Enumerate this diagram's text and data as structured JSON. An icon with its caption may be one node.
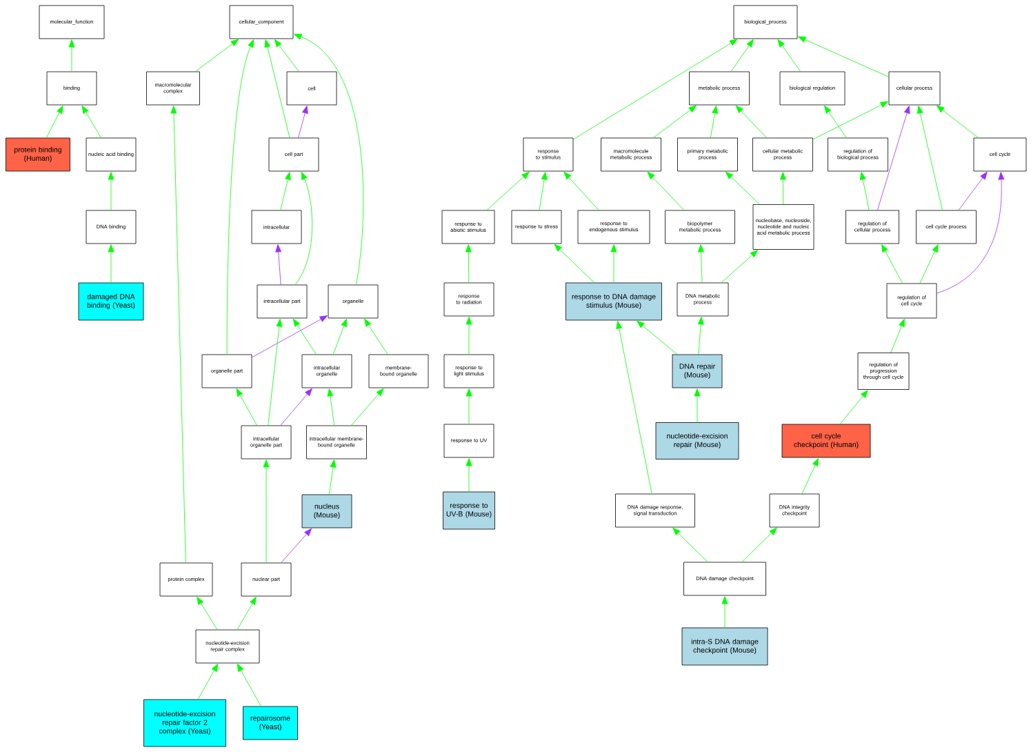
{
  "diagram": {
    "nodes": [
      {
        "text": [
          "molecular_function"
        ]
      },
      {
        "text": [
          "binding"
        ]
      },
      {
        "text": [
          "protein binding (Human)"
        ]
      },
      {
        "text": [
          "nucleic acid binding"
        ]
      },
      {
        "text": [
          "DNA binding"
        ]
      },
      {
        "text": [
          "damaged DNA binding (Yeast)"
        ]
      },
      {
        "text": [
          "cellular_component"
        ]
      },
      {
        "text": [
          "macromolecular complex"
        ]
      },
      {
        "text": [
          "cell"
        ]
      },
      {
        "text": [
          "cell part"
        ]
      },
      {
        "text": [
          "intracellular"
        ]
      },
      {
        "text": [
          "intracellular part"
        ]
      },
      {
        "text": [
          "organelle"
        ]
      },
      {
        "text": [
          "organelle part"
        ]
      },
      {
        "text": [
          "intracellular organelle"
        ]
      },
      {
        "text": [
          "membrane-bound organelle"
        ]
      },
      {
        "text": [
          "intracellular organelle part"
        ]
      },
      {
        "text": [
          "intracellular membrane-bound organelle"
        ]
      },
      {
        "text": [
          "nucleus (Mouse)"
        ]
      },
      {
        "text": [
          "protein complex"
        ]
      },
      {
        "text": [
          "nuclear part"
        ]
      },
      {
        "text": [
          "nucleotide-excision repair complex"
        ]
      },
      {
        "text": [
          "nucleotide-excision repair factor 2 complex (Yeast)"
        ]
      },
      {
        "text": [
          "repairosome (Yeast)"
        ]
      },
      {
        "text": [
          "biological_process"
        ]
      },
      {
        "text": [
          "metabolic process"
        ]
      },
      {
        "text": [
          "biological regulation"
        ]
      },
      {
        "text": [
          "cellular process"
        ]
      },
      {
        "text": [
          "response to stimulus"
        ]
      },
      {
        "text": [
          "macromolecule metabolic process"
        ]
      },
      {
        "text": [
          "primary metabolic process"
        ]
      },
      {
        "text": [
          "cellular metabolic process"
        ]
      },
      {
        "text": [
          "regulation of biological process"
        ]
      },
      {
        "text": [
          "cell cycle"
        ]
      },
      {
        "text": [
          "response to abiotic stimulus"
        ]
      },
      {
        "text": [
          "response to stress"
        ]
      },
      {
        "text": [
          "response to endogenous stimulus"
        ]
      },
      {
        "text": [
          "biopolymer metabolic process"
        ]
      },
      {
        "text": [
          "nucleobase, nucleoside, nucleotide and nucleic acid metabolic process"
        ]
      },
      {
        "text": [
          "regulation of cellular process"
        ]
      },
      {
        "text": [
          "cell cycle process"
        ]
      },
      {
        "text": [
          "response to radiation"
        ]
      },
      {
        "text": [
          "response to DNA damage stimulus (Mouse)"
        ]
      },
      {
        "text": [
          "DNA metabolic process"
        ]
      },
      {
        "text": [
          "regulation of cell cycle"
        ]
      },
      {
        "text": [
          "response to light stimulus"
        ]
      },
      {
        "text": [
          "DNA repair (Mouse)"
        ]
      },
      {
        "text": [
          "regulation of progression through cell cycle"
        ]
      },
      {
        "text": [
          "response to UV"
        ]
      },
      {
        "text": [
          "nucleotide-excision repair (Mouse)"
        ]
      },
      {
        "text": [
          "cell cycle checkpoint (Human)"
        ]
      },
      {
        "text": [
          "response to UV-B (Mouse)"
        ]
      },
      {
        "text": [
          "DNA damage response, signal transduction"
        ]
      },
      {
        "text": [
          "DNA integrity checkpoint"
        ]
      },
      {
        "text": [
          "DNA damage checkpoint"
        ]
      },
      {
        "text": [
          "intra-S DNA damage checkpoint (Mouse)"
        ]
      }
    ],
    "edges": [
      {
        "from": 1,
        "to": 0,
        "arrow": "to"
      },
      {
        "from": 2,
        "to": 1,
        "arrow": "to"
      },
      {
        "from": 3,
        "to": 1,
        "arrow": "to"
      },
      {
        "from": 4,
        "to": 3,
        "arrow": "to"
      },
      {
        "from": 5,
        "to": 4,
        "arrow": "to"
      },
      {
        "from": 7,
        "to": 6,
        "arrow": "to"
      },
      {
        "from": 13,
        "to": 6,
        "arrow": "to"
      },
      {
        "from": 9,
        "to": 6,
        "arrow": "to"
      },
      {
        "from": 8,
        "to": 6,
        "arrow": "to"
      },
      {
        "from": 12,
        "to": 6,
        "arrow": "to"
      },
      {
        "from": 9,
        "to": 8,
        "arrow": "to",
        "color": "#9b30ff"
      },
      {
        "from": 10,
        "to": 9,
        "arrow": "to"
      },
      {
        "from": 11,
        "to": 9,
        "arrow": "to"
      },
      {
        "from": 11,
        "to": 10,
        "arrow": "to",
        "color": "#9b30ff"
      },
      {
        "from": 13,
        "to": 12,
        "arrow": "to",
        "color": "#9b30ff"
      },
      {
        "from": 16,
        "to": 11,
        "arrow": "to"
      },
      {
        "from": 14,
        "to": 11,
        "arrow": "to"
      },
      {
        "from": 14,
        "to": 12,
        "arrow": "to"
      },
      {
        "from": 15,
        "to": 12,
        "arrow": "to"
      },
      {
        "from": 16,
        "to": 13,
        "arrow": "to"
      },
      {
        "from": 16,
        "to": 14,
        "arrow": "to",
        "color": "#9b30ff"
      },
      {
        "from": 17,
        "to": 14,
        "arrow": "to"
      },
      {
        "from": 17,
        "to": 15,
        "arrow": "to"
      },
      {
        "from": 18,
        "to": 17,
        "arrow": "to"
      },
      {
        "from": 20,
        "to": 16,
        "arrow": "to"
      },
      {
        "from": 20,
        "to": 18,
        "arrow": "to",
        "color": "#9b30ff"
      },
      {
        "from": 19,
        "to": 7,
        "arrow": "to"
      },
      {
        "from": 21,
        "to": 19,
        "arrow": "to"
      },
      {
        "from": 21,
        "to": 20,
        "arrow": "to"
      },
      {
        "from": 22,
        "to": 21,
        "arrow": "to"
      },
      {
        "from": 23,
        "to": 21,
        "arrow": "to"
      },
      {
        "from": 25,
        "to": 24,
        "arrow": "to"
      },
      {
        "from": 26,
        "to": 24,
        "arrow": "to"
      },
      {
        "from": 27,
        "to": 24,
        "arrow": "to"
      },
      {
        "from": 28,
        "to": 24,
        "arrow": "to"
      },
      {
        "from": 29,
        "to": 25,
        "arrow": "to"
      },
      {
        "from": 30,
        "to": 25,
        "arrow": "to"
      },
      {
        "from": 31,
        "to": 25,
        "arrow": "to"
      },
      {
        "from": 31,
        "to": 27,
        "arrow": "to"
      },
      {
        "from": 32,
        "to": 26,
        "arrow": "to"
      },
      {
        "from": 33,
        "to": 27,
        "arrow": "to"
      },
      {
        "from": 34,
        "to": 28,
        "arrow": "to"
      },
      {
        "from": 35,
        "to": 28,
        "arrow": "to"
      },
      {
        "from": 36,
        "to": 28,
        "arrow": "to"
      },
      {
        "from": 37,
        "to": 29,
        "arrow": "to"
      },
      {
        "from": 38,
        "to": 30,
        "arrow": "to"
      },
      {
        "from": 38,
        "to": 31,
        "arrow": "to"
      },
      {
        "from": 39,
        "to": 32,
        "arrow": "to"
      },
      {
        "from": 39,
        "to": 27,
        "arrow": "to",
        "color": "#9b30ff"
      },
      {
        "from": 40,
        "to": 27,
        "arrow": "to"
      },
      {
        "from": 40,
        "to": 33,
        "arrow": "to",
        "color": "#9b30ff"
      },
      {
        "from": 41,
        "to": 34,
        "arrow": "to"
      },
      {
        "from": 42,
        "to": 35,
        "arrow": "to"
      },
      {
        "from": 42,
        "to": 36,
        "arrow": "to"
      },
      {
        "from": 43,
        "to": 37,
        "arrow": "to"
      },
      {
        "from": 43,
        "to": 38,
        "arrow": "to"
      },
      {
        "from": 44,
        "to": 39,
        "arrow": "to"
      },
      {
        "from": 44,
        "to": 40,
        "arrow": "to"
      },
      {
        "from": 44,
        "to": 33,
        "arrow": "to",
        "color": "#9b30ff"
      },
      {
        "from": 45,
        "to": 41,
        "arrow": "to"
      },
      {
        "from": 46,
        "to": 42,
        "arrow": "to"
      },
      {
        "from": 46,
        "to": 43,
        "arrow": "to"
      },
      {
        "from": 47,
        "to": 44,
        "arrow": "to"
      },
      {
        "from": 48,
        "to": 45,
        "arrow": "to"
      },
      {
        "from": 49,
        "to": 46,
        "arrow": "to"
      },
      {
        "from": 50,
        "to": 47,
        "arrow": "to"
      },
      {
        "from": 51,
        "to": 48,
        "arrow": "to"
      },
      {
        "from": 52,
        "to": 42,
        "arrow": "to"
      },
      {
        "from": 53,
        "to": 50,
        "arrow": "to"
      },
      {
        "from": 54,
        "to": 52,
        "arrow": "to"
      },
      {
        "from": 54,
        "to": 53,
        "arrow": "to"
      },
      {
        "from": 55,
        "to": 54,
        "arrow": "to"
      }
    ]
  }
}
